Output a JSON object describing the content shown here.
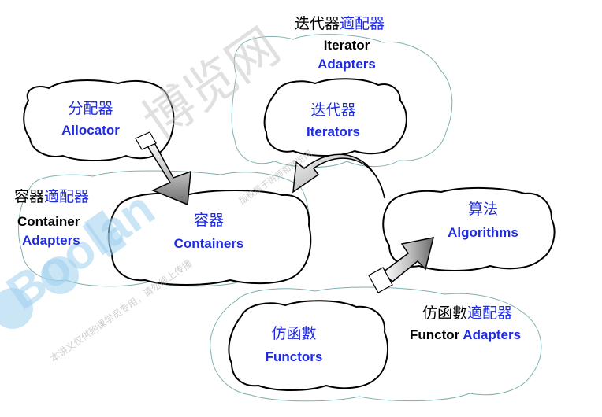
{
  "iterator_adapters": {
    "label_cn_prefix": "迭代器",
    "label_cn_suffix": "適配器",
    "label_en_1": "Iterator",
    "label_en_2": "Adapters"
  },
  "allocator": {
    "label_cn": "分配器",
    "label_en": "Allocator"
  },
  "iterators": {
    "label_cn": "迭代器",
    "label_en": "Iterators"
  },
  "container_adapters": {
    "label_cn_prefix": "容器",
    "label_cn_suffix": "適配器",
    "label_en_1": "Container",
    "label_en_2": "Adapters"
  },
  "containers": {
    "label_cn": "容器",
    "label_en": "Containers"
  },
  "algorithms": {
    "label_cn": "算法",
    "label_en": "Algorithms"
  },
  "functor_adapters": {
    "label_cn_prefix": "仿函數",
    "label_cn_suffix": "適配器",
    "label_en_1": "Functor",
    "label_en_2": "Adapters"
  },
  "functors": {
    "label_cn": "仿函數",
    "label_en": "Functors"
  },
  "watermark": {
    "brand_cn": "博览网",
    "brand_en": "Boolan",
    "notice_1": "本讲义仅供购课学员专用，请勿线上传播",
    "notice_2": "版权属于讲师和博览网"
  },
  "colors": {
    "label_blue": "#1f2be0",
    "cloud_stroke": "#000000",
    "adapter_cloud_stroke": "#7fb0b0",
    "watermark_grey": "#bdbdbd",
    "watermark_blue": "#9fd0ee"
  }
}
